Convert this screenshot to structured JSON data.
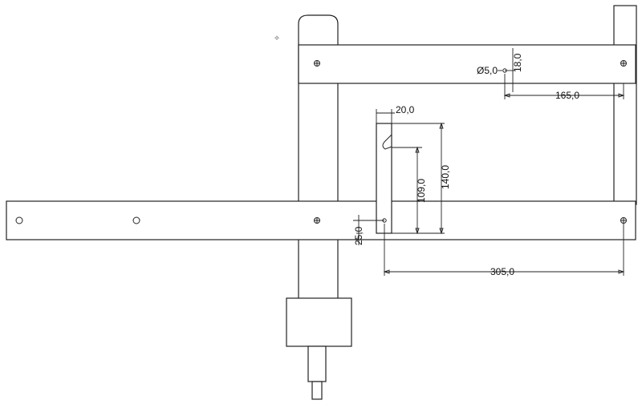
{
  "drawing": {
    "dimensions": {
      "hole_diameter": "Ø5,0",
      "hole_offset_vertical": "18,0",
      "hole_offset_horizontal": "165,0",
      "slot_width": "20,0",
      "slot_height": "140,0",
      "hook_depth": "109,0",
      "edge_offset": "25,0",
      "hole_spacing": "305,0"
    },
    "marker_glyph": "⟡"
  }
}
